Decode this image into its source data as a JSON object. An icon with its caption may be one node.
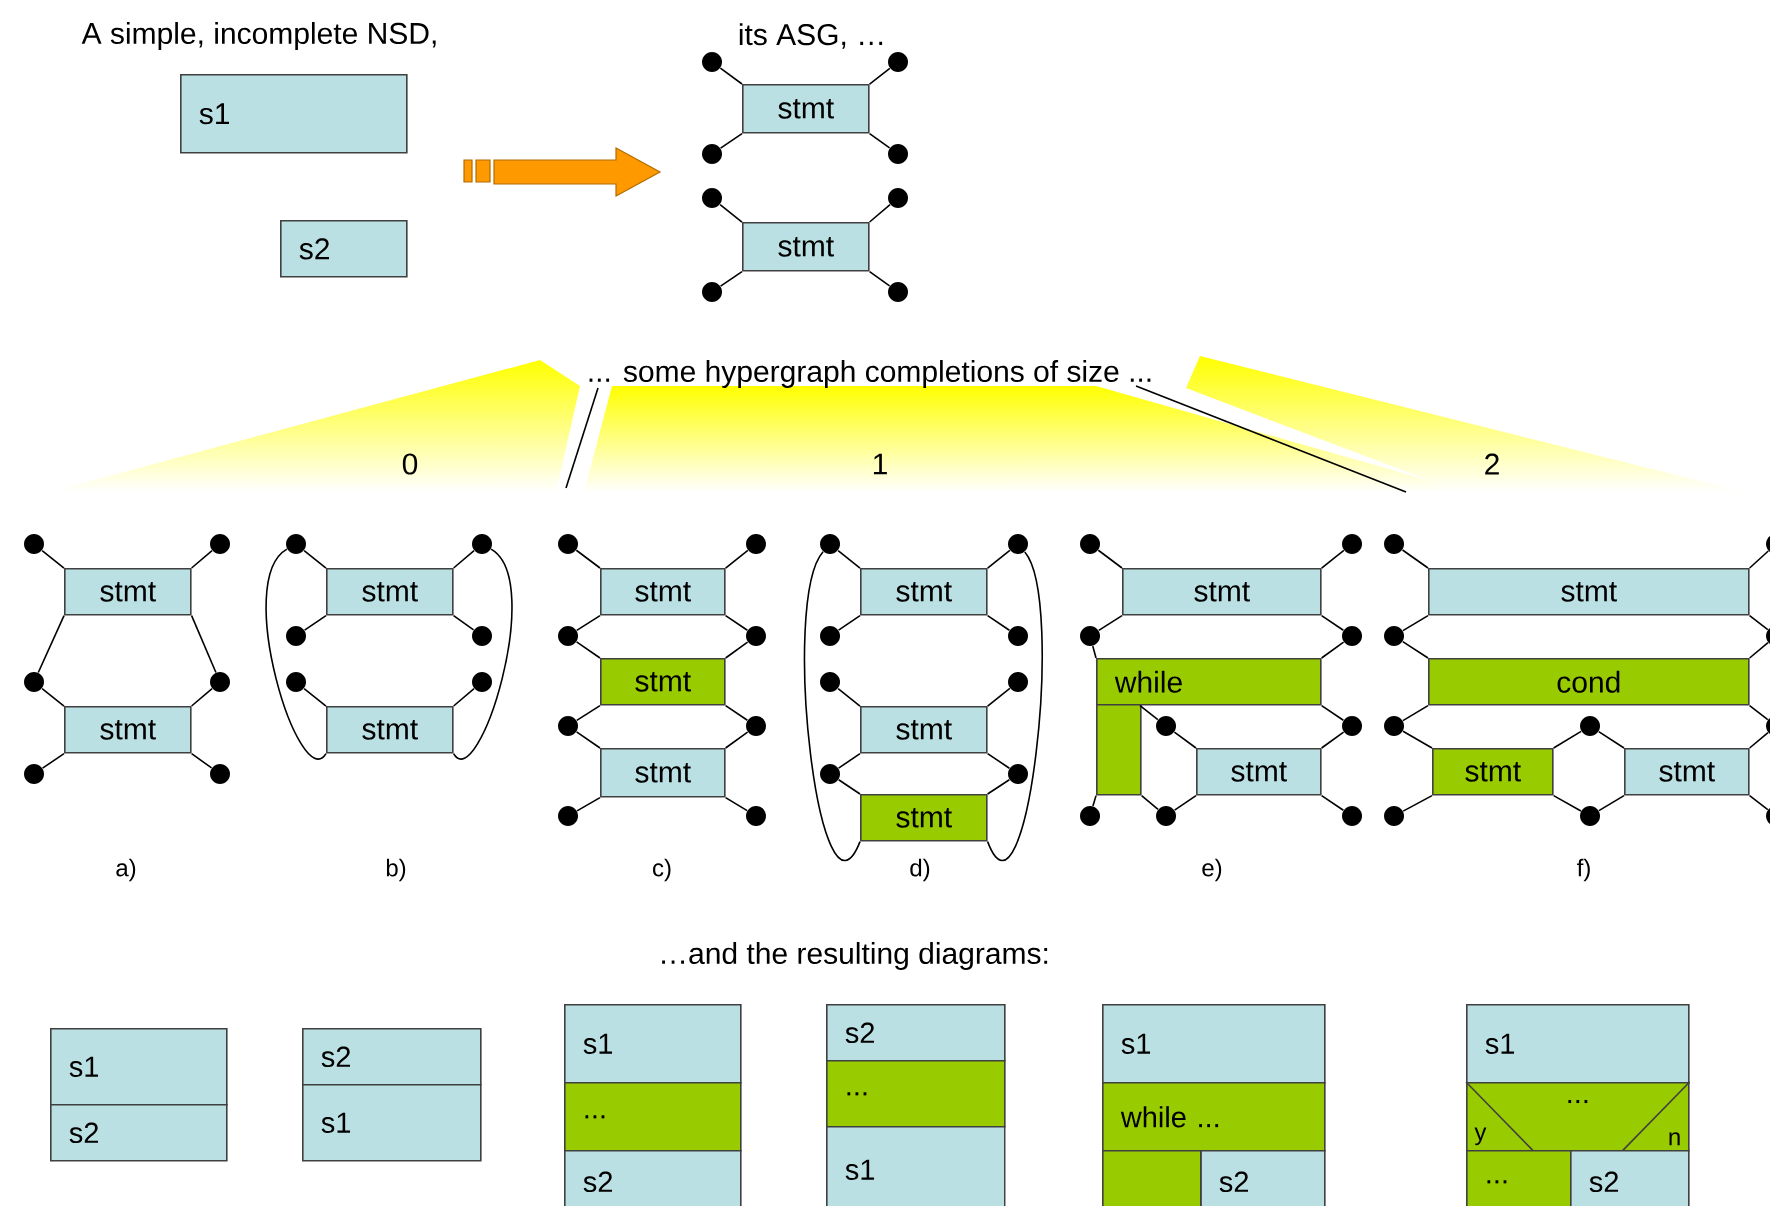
{
  "diagram": {
    "nodes": [
      {
        "text": [
          "s1"
        ]
      },
      {
        "text": [
          "s2"
        ]
      },
      {
        "text": [],
        "shape": "circle"
      },
      {
        "text": [],
        "shape": "circle"
      },
      {
        "text": [
          "stmt"
        ]
      },
      {
        "text": [],
        "shape": "circle"
      },
      {
        "text": [],
        "shape": "circle"
      },
      {
        "text": [],
        "shape": "circle"
      },
      {
        "text": [],
        "shape": "circle"
      },
      {
        "text": [
          "stmt"
        ]
      },
      {
        "text": [],
        "shape": "circle"
      },
      {
        "text": [],
        "shape": "circle"
      },
      {
        "text": [],
        "shape": "circle"
      },
      {
        "text": [],
        "shape": "circle"
      },
      {
        "text": [
          "stmt"
        ]
      },
      {
        "text": [],
        "shape": "circle"
      },
      {
        "text": [],
        "shape": "circle"
      },
      {
        "text": [
          "stmt"
        ]
      },
      {
        "text": [],
        "shape": "circle"
      },
      {
        "text": [],
        "shape": "circle"
      },
      {
        "text": [],
        "shape": "circle"
      },
      {
        "text": [],
        "shape": "circle"
      },
      {
        "text": [
          "stmt"
        ]
      },
      {
        "text": [],
        "shape": "circle"
      },
      {
        "text": [],
        "shape": "circle"
      },
      {
        "text": [],
        "shape": "circle"
      },
      {
        "text": [],
        "shape": "circle"
      },
      {
        "text": [
          "stmt"
        ]
      },
      {
        "text": [],
        "shape": "circle"
      },
      {
        "text": [],
        "shape": "circle"
      },
      {
        "text": [
          "stmt"
        ]
      },
      {
        "text": [],
        "shape": "circle"
      },
      {
        "text": [],
        "shape": "circle"
      },
      {
        "text": [
          "stmt"
        ]
      },
      {
        "text": [],
        "shape": "circle"
      },
      {
        "text": [],
        "shape": "circle"
      },
      {
        "text": [
          "stmt"
        ]
      },
      {
        "text": [],
        "shape": "circle"
      },
      {
        "text": [],
        "shape": "circle"
      },
      {
        "text": [],
        "shape": "circle"
      },
      {
        "text": [],
        "shape": "circle"
      },
      {
        "text": [
          "stmt"
        ]
      },
      {
        "text": [],
        "shape": "circle"
      },
      {
        "text": [],
        "shape": "circle"
      },
      {
        "text": [],
        "shape": "circle"
      },
      {
        "text": [],
        "shape": "circle"
      },
      {
        "text": [
          "stmt"
        ]
      },
      {
        "text": [],
        "shape": "circle"
      },
      {
        "text": [],
        "shape": "circle"
      },
      {
        "text": [
          "stmt"
        ]
      },
      {
        "text": [],
        "shape": "circle"
      },
      {
        "text": [],
        "shape": "circle"
      },
      {
        "text": [
          "stmt"
        ]
      },
      {
        "text": [],
        "shape": "circle"
      },
      {
        "text": [],
        "shape": "circle"
      },
      {
        "text": [
          "while"
        ]
      },
      {
        "text": [],
        "shape": "circle"
      },
      {
        "text": [],
        "shape": "circle"
      },
      {
        "text": [
          "stmt"
        ]
      },
      {
        "text": [],
        "shape": "circle"
      },
      {
        "text": [],
        "shape": "circle"
      },
      {
        "text": [],
        "shape": "circle"
      },
      {
        "text": [],
        "shape": "circle"
      },
      {
        "text": [],
        "shape": "circle"
      },
      {
        "text": [
          "stmt"
        ]
      },
      {
        "text": [],
        "shape": "circle"
      },
      {
        "text": [],
        "shape": "circle"
      },
      {
        "text": [
          "cond"
        ]
      },
      {
        "text": [],
        "shape": "circle"
      },
      {
        "text": [],
        "shape": "circle"
      },
      {
        "text": [],
        "shape": "circle"
      },
      {
        "text": [
          "stmt"
        ]
      },
      {
        "text": [
          "stmt"
        ]
      },
      {
        "text": [],
        "shape": "circle"
      },
      {
        "text": [],
        "shape": "circle"
      },
      {
        "text": [],
        "shape": "circle"
      },
      {
        "text": [
          "s1"
        ]
      },
      {
        "text": [
          "s2"
        ]
      },
      {
        "text": [
          "s2"
        ]
      },
      {
        "text": [
          "s1"
        ]
      },
      {
        "text": [
          "s1"
        ]
      },
      {
        "text": [
          "..."
        ]
      },
      {
        "text": [
          "s2"
        ]
      },
      {
        "text": [
          "s2"
        ]
      },
      {
        "text": [
          "..."
        ]
      },
      {
        "text": [
          "s1"
        ]
      },
      {
        "text": [
          "s1"
        ]
      },
      {
        "text": [
          "while ..."
        ]
      },
      {
        "text": [
          "s2"
        ]
      },
      {
        "text": [
          "s1"
        ]
      },
      {
        "text": [
          "y",
          "...",
          "n"
        ]
      },
      {
        "text": [
          "..."
        ]
      },
      {
        "text": [
          "s2"
        ]
      },
      {
        "text": [],
        "shape": "bar"
      },
      {
        "text": [],
        "shape": "bar"
      }
    ],
    "edges": [
      {
        "from": 4,
        "to": 2,
        "arrow": "none"
      },
      {
        "from": 4,
        "to": 3,
        "arrow": "none"
      },
      {
        "from": 4,
        "to": 5,
        "arrow": "none"
      },
      {
        "from": 4,
        "to": 6,
        "arrow": "none"
      },
      {
        "from": 9,
        "to": 7,
        "arrow": "none"
      },
      {
        "from": 9,
        "to": 8,
        "arrow": "none"
      },
      {
        "from": 9,
        "to": 10,
        "arrow": "none"
      },
      {
        "from": 9,
        "to": 11,
        "arrow": "none"
      },
      {
        "from": 14,
        "to": 12,
        "arrow": "none"
      },
      {
        "from": 14,
        "to": 13,
        "arrow": "none"
      },
      {
        "from": 14,
        "to": 15,
        "arrow": "none"
      },
      {
        "from": 14,
        "to": 16,
        "arrow": "none"
      },
      {
        "from": 17,
        "to": 15,
        "arrow": "none"
      },
      {
        "from": 17,
        "to": 16,
        "arrow": "none"
      },
      {
        "from": 17,
        "to": 18,
        "arrow": "none"
      },
      {
        "from": 17,
        "to": 19,
        "arrow": "none"
      },
      {
        "from": 22,
        "to": 20,
        "arrow": "none"
      },
      {
        "from": 22,
        "to": 21,
        "arrow": "none"
      },
      {
        "from": 22,
        "to": 23,
        "arrow": "none"
      },
      {
        "from": 22,
        "to": 24,
        "arrow": "none"
      },
      {
        "from": 27,
        "to": 25,
        "arrow": "none"
      },
      {
        "from": 27,
        "to": 20,
        "arrow": "none"
      },
      {
        "from": 27,
        "to": 21,
        "arrow": "none"
      },
      {
        "from": 27,
        "to": 26,
        "arrow": "none"
      },
      {
        "from": 30,
        "to": 28,
        "arrow": "none"
      },
      {
        "from": 30,
        "to": 29,
        "arrow": "none"
      },
      {
        "from": 30,
        "to": 31,
        "arrow": "none"
      },
      {
        "from": 30,
        "to": 32,
        "arrow": "none"
      },
      {
        "from": 33,
        "to": 31,
        "arrow": "none"
      },
      {
        "from": 33,
        "to": 32,
        "arrow": "none"
      },
      {
        "from": 33,
        "to": 34,
        "arrow": "none"
      },
      {
        "from": 33,
        "to": 35,
        "arrow": "none"
      },
      {
        "from": 36,
        "to": 34,
        "arrow": "none"
      },
      {
        "from": 36,
        "to": 35,
        "arrow": "none"
      },
      {
        "from": 36,
        "to": 37,
        "arrow": "none"
      },
      {
        "from": 36,
        "to": 38,
        "arrow": "none"
      },
      {
        "from": 41,
        "to": 39,
        "arrow": "none"
      },
      {
        "from": 41,
        "to": 40,
        "arrow": "none"
      },
      {
        "from": 41,
        "to": 42,
        "arrow": "none"
      },
      {
        "from": 41,
        "to": 43,
        "arrow": "none"
      },
      {
        "from": 46,
        "to": 44,
        "arrow": "none"
      },
      {
        "from": 46,
        "to": 45,
        "arrow": "none"
      },
      {
        "from": 46,
        "to": 47,
        "arrow": "none"
      },
      {
        "from": 46,
        "to": 48,
        "arrow": "none"
      },
      {
        "from": 49,
        "to": 47,
        "arrow": "none"
      },
      {
        "from": 49,
        "to": 48,
        "arrow": "none"
      },
      {
        "from": 49,
        "to": 39,
        "arrow": "none"
      },
      {
        "from": 49,
        "to": 40,
        "arrow": "none"
      },
      {
        "from": 52,
        "to": 50,
        "arrow": "none"
      },
      {
        "from": 52,
        "to": 51,
        "arrow": "none"
      },
      {
        "from": 52,
        "to": 53,
        "arrow": "none"
      },
      {
        "from": 52,
        "to": 54,
        "arrow": "none"
      },
      {
        "from": 55,
        "to": 53,
        "arrow": "none"
      },
      {
        "from": 55,
        "to": 54,
        "arrow": "none"
      },
      {
        "from": 55,
        "to": 56,
        "arrow": "none"
      },
      {
        "from": 55,
        "to": 57,
        "arrow": "none"
      },
      {
        "from": 93,
        "to": 59,
        "arrow": "none"
      },
      {
        "from": 93,
        "to": 60,
        "arrow": "none"
      },
      {
        "from": 58,
        "to": 56,
        "arrow": "none"
      },
      {
        "from": 58,
        "to": 57,
        "arrow": "none"
      },
      {
        "from": 58,
        "to": 60,
        "arrow": "none"
      },
      {
        "from": 58,
        "to": 61,
        "arrow": "none"
      },
      {
        "from": 64,
        "to": 62,
        "arrow": "none"
      },
      {
        "from": 64,
        "to": 63,
        "arrow": "none"
      },
      {
        "from": 64,
        "to": 65,
        "arrow": "none"
      },
      {
        "from": 64,
        "to": 66,
        "arrow": "none"
      },
      {
        "from": 67,
        "to": 65,
        "arrow": "none"
      },
      {
        "from": 67,
        "to": 66,
        "arrow": "none"
      },
      {
        "from": 67,
        "to": 68,
        "arrow": "none"
      },
      {
        "from": 67,
        "to": 70,
        "arrow": "none"
      },
      {
        "from": 71,
        "to": 68,
        "arrow": "none"
      },
      {
        "from": 71,
        "to": 69,
        "arrow": "none"
      },
      {
        "from": 71,
        "to": 73,
        "arrow": "none"
      },
      {
        "from": 71,
        "to": 74,
        "arrow": "none"
      },
      {
        "from": 72,
        "to": 69,
        "arrow": "none"
      },
      {
        "from": 72,
        "to": 70,
        "arrow": "none"
      },
      {
        "from": 72,
        "to": 74,
        "arrow": "none"
      },
      {
        "from": 72,
        "to": 75,
        "arrow": "none"
      }
    ],
    "labels": [
      "A simple, incomplete NSD,",
      "its ASG, …",
      "... some hypergraph completions of size ...",
      "0",
      "1",
      "2",
      "a)",
      "b)",
      "c)",
      "d)",
      "e)",
      "f)",
      "…and the resulting diagrams:"
    ]
  }
}
